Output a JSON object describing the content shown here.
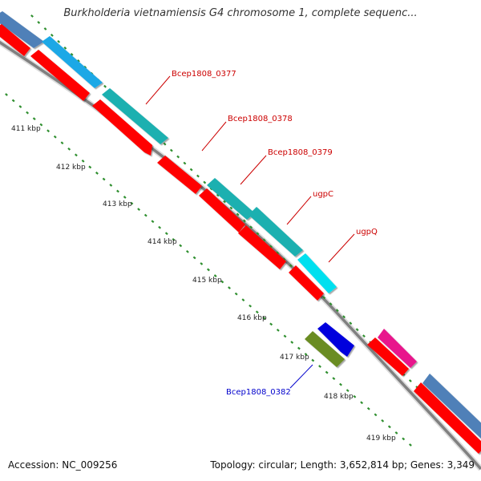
{
  "title": "Burkholderia vietnamiensis G4 chromosome 1, complete sequenc...",
  "accession": "Accession: NC_009256",
  "topology": "Topology: circular; Length: 3,652,814 bp; Genes: 3,349",
  "ticks": [
    {
      "label": "411 kbp"
    },
    {
      "label": "412 kbp"
    },
    {
      "label": "413 kbp"
    },
    {
      "label": "414 kbp"
    },
    {
      "label": "415 kbp"
    },
    {
      "label": "416 kbp"
    },
    {
      "label": "417 kbp"
    },
    {
      "label": "418 kbp"
    },
    {
      "label": "419 kbp"
    }
  ],
  "gene_labels": [
    {
      "name": "Bcep1808_0377",
      "color": "#cc0000"
    },
    {
      "name": "Bcep1808_0378",
      "color": "#cc0000"
    },
    {
      "name": "Bcep1808_0379",
      "color": "#cc0000"
    },
    {
      "name": "ugpC",
      "color": "#cc0000"
    },
    {
      "name": "ugpQ",
      "color": "#cc0000"
    },
    {
      "name": "Bcep1808_0382",
      "color": "#0000cc"
    }
  ],
  "colors": {
    "cds_red": "#ff0000",
    "steel_blue": "#4f80b8",
    "sky_blue": "#1aa8e6",
    "teal": "#1ab0b0",
    "cyan": "#00e0ef",
    "dark_blue": "#0000dd",
    "olive": "#6b8c22",
    "magenta": "#e8148c",
    "backbone": "#888888",
    "tick_green": "#2f8f2f"
  }
}
